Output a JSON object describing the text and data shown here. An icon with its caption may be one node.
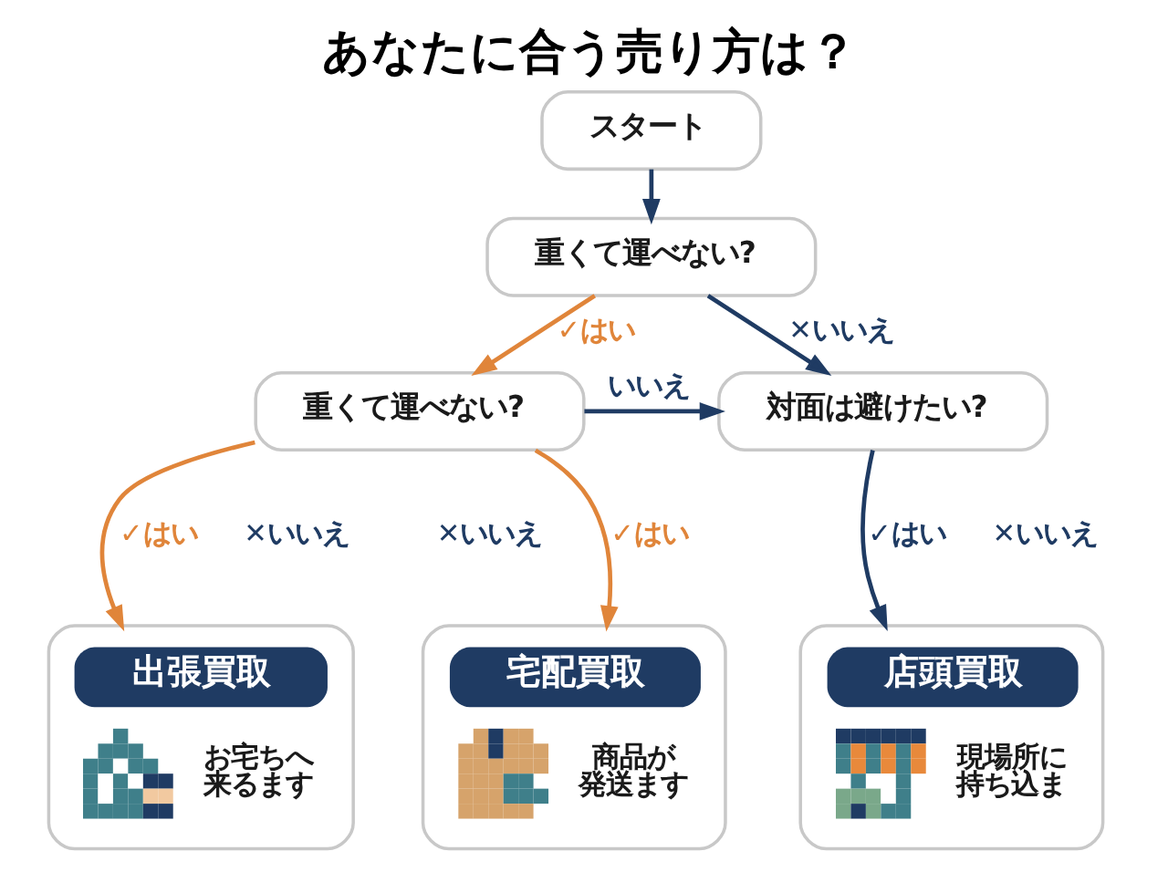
{
  "diagram": {
    "title": "あなたに合う売り方は？",
    "nodes": [
      {
        "text": [
          "スタート"
        ]
      },
      {
        "text": [
          "重くて運べない?"
        ]
      },
      {
        "text": [
          "重くて運べない?"
        ]
      },
      {
        "text": [
          "対面は避けたい?"
        ]
      },
      {
        "text": [
          "出張買取",
          "お宅ちへ来るます"
        ]
      },
      {
        "text": [
          "宅配買取",
          "商品が発送ます"
        ]
      },
      {
        "text": [
          "店頭買取",
          "現場所に持ち込ま"
        ]
      }
    ],
    "edges": [
      {
        "from": 0,
        "to": 1,
        "arrow": "to"
      },
      {
        "from": 1,
        "to": 2,
        "arrow": "to",
        "label": "✓はい",
        "color": "#e0853a"
      },
      {
        "from": 1,
        "to": 3,
        "arrow": "to",
        "label": "✕いいえ"
      },
      {
        "from": 2,
        "to": 4,
        "arrow": "to",
        "label": "✓はい",
        "color": "#e0853a"
      },
      {
        "from": 2,
        "to": 3,
        "arrow": "to",
        "label": "いいえ"
      },
      {
        "from": 2,
        "to": 5,
        "arrow": "to",
        "label": "✓はい",
        "color": "#e0853a"
      },
      {
        "from": 3,
        "to": 6,
        "arrow": "to",
        "label": "✓はい"
      }
    ],
    "labels": [
      "✕いいえ",
      "✕いいえ",
      "✕いいえ"
    ]
  }
}
